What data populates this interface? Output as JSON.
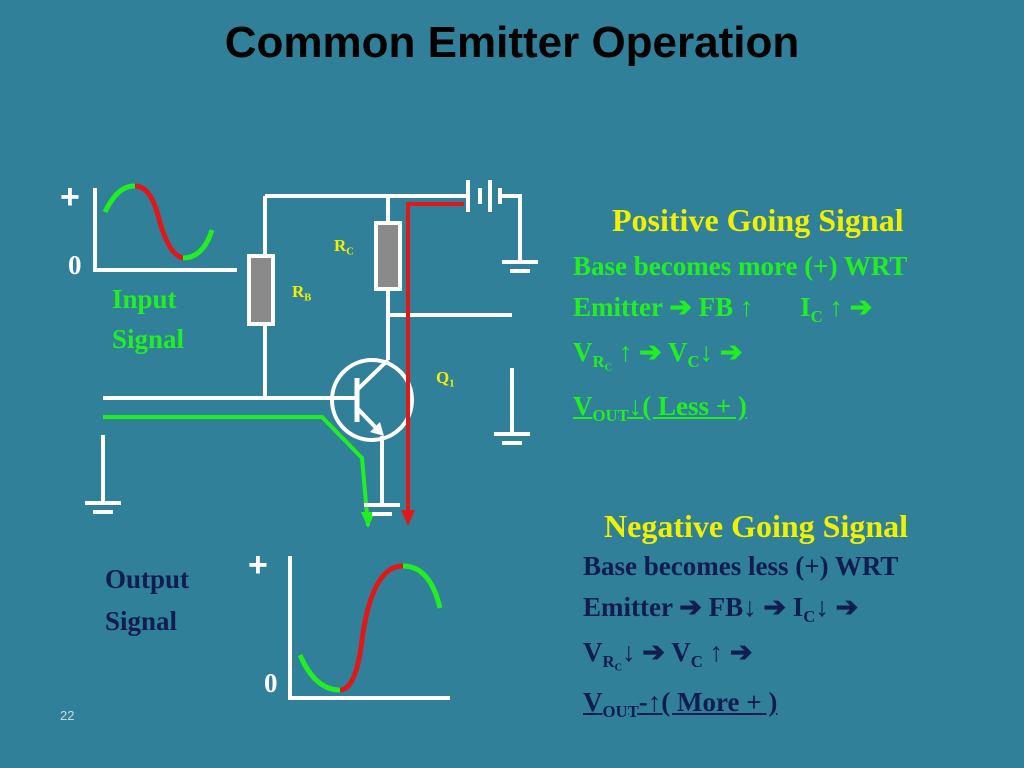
{
  "title": "Common Emitter Operation",
  "circuit": {
    "input_label_line1": "Input",
    "input_label_line2": "Signal",
    "output_label_line1": "Output",
    "output_label_line2": "Signal",
    "plus": "+",
    "zero": "0",
    "rc_main": "R",
    "rc_sub": "C",
    "rb_main": "R",
    "rb_sub": "B",
    "q_main": "Q",
    "q_sub": "1"
  },
  "positive": {
    "heading": "Positive Going Signal",
    "line1": "Base becomes more (+) WRT",
    "line2_a": "Emitter ➔  FB ↑",
    "line2_b": "I",
    "line2_b_sub": "C",
    "line2_c": "↑ ➔",
    "line3_a": "V",
    "line3_a_sub1": "R",
    "line3_a_sub2": "C",
    "line3_b": " ↑ ➔ V",
    "line3_b_sub": "C",
    "line3_c": "↓ ➔",
    "line4_a": "V",
    "line4_a_sub": "OUT",
    "line4_b": "↓( Less + )"
  },
  "negative": {
    "heading": "Negative Going Signal",
    "line1": "Base becomes less (+) WRT",
    "line2_a": "Emitter ➔  FB↓ ➔ I",
    "line2_a_sub": "C",
    "line2_b": "↓ ➔",
    "line3_a": "V",
    "line3_a_sub1": "R",
    "line3_a_sub2": "C",
    "line3_b": "↓ ➔  V",
    "line3_b_sub": "C",
    "line3_c": " ↑ ➔",
    "line4_a": "V",
    "line4_a_sub": "OUT",
    "line4_b": "-↑( More + )"
  },
  "page_number": "22",
  "colors": {
    "background": "#30809a",
    "wire": "#ffffff",
    "signal_red": "#e01818",
    "signal_green": "#22ee22",
    "resistor_fill": "#8a8a8a",
    "positive_text": "#22ee22",
    "heading_positive": "#f0f000",
    "negative_text": "#101d50"
  }
}
